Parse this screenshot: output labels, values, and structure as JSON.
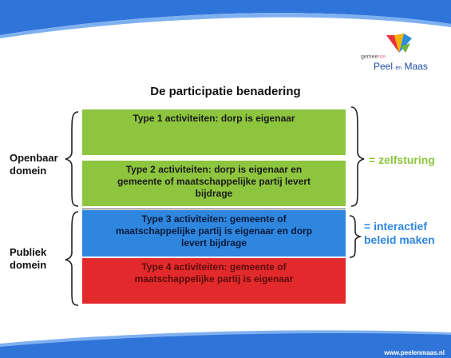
{
  "logo": {
    "small_text_prefix": "gemee",
    "small_text_accent": "nte",
    "name_part1": "Peel",
    "name_part2": "en",
    "name_part3": "Maas"
  },
  "title": "De participatie benadering",
  "boxes": [
    {
      "lines": [
        "Type 1 activiteiten: dorp is eigenaar"
      ],
      "color": "#8dc53e"
    },
    {
      "lines": [
        "Type 2 activiteiten: dorp is eigenaar en",
        "gemeente of maatschappelijke partij levert",
        "bijdrage"
      ],
      "color": "#8dc53e"
    },
    {
      "lines": [
        "Type 3 activiteiten: gemeente of",
        "maatschappelijke partij is eigenaar en dorp",
        "levert bijdrage"
      ],
      "color": "#2e86df"
    },
    {
      "lines": [
        "Type 4 activiteiten: gemeente of",
        "maatschappelijke partij is eigenaar"
      ],
      "color": "#e2292b"
    }
  ],
  "left_labels": {
    "openbaar": [
      "Openbaar",
      "domein"
    ],
    "publiek": [
      "Publiek",
      "domein"
    ]
  },
  "right_labels": {
    "zelfsturing": [
      "= zelfsturing"
    ],
    "interactief": [
      "= interactief",
      "beleid maken"
    ]
  },
  "footer_url": "www.peelenmaas.nl",
  "colors": {
    "band_blue": "#2f74d9",
    "green": "#8dc53e",
    "blue": "#2e86df",
    "red": "#e2292b"
  }
}
